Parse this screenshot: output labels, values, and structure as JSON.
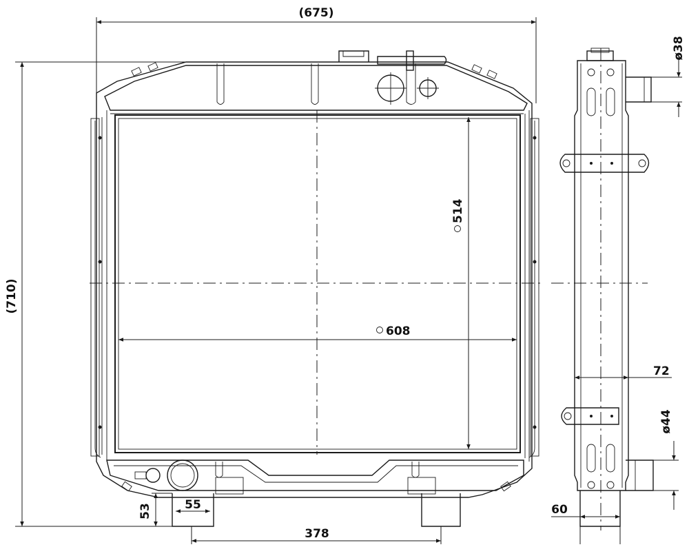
{
  "dimensions": {
    "overall_width": "(675)",
    "overall_height": "(710)",
    "core_height": "514",
    "core_width": "608",
    "outlet_diameter": "38",
    "depth": "72",
    "inlet_diameter": "44",
    "bracket_offset_height": "53",
    "bracket_width": "55",
    "bracket_spacing": "378",
    "side_bracket_width": "60"
  },
  "symbols": {
    "diameter": "ø"
  }
}
